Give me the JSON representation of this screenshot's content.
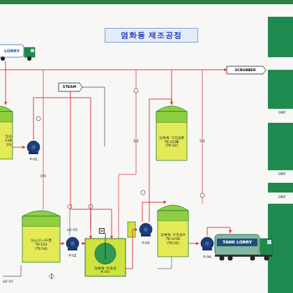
{
  "diagram": {
    "title": "염화동 제조공정",
    "nodes": [
      {
        "text": [
          "LORRY"
        ]
      },
      {
        "text": [
          "SCRUBBER"
        ]
      },
      {
        "text": [
          "STEAM"
        ]
      },
      {
        "text": [
          "장조",
          "01B",
          "10)"
        ]
      },
      {
        "text": [
          "염화동 저장조B",
          "TK-103B",
          "(TK-32)"
        ]
      },
      {
        "text": [
          "P-01"
        ]
      },
      {
        "text": [
          "염소산나트륨",
          "TK-102",
          "(TK-34)"
        ]
      },
      {
        "text": [
          "P-02"
        ]
      },
      {
        "text": [
          "염화동 반응조",
          "R-101"
        ]
      },
      {
        "text": [
          "P-03"
        ]
      },
      {
        "text": [
          "염화동 저장조A",
          "TK-103A",
          "(TK-32)"
        ]
      },
      {
        "text": [
          "P-04"
        ]
      },
      {
        "text": [
          "TANK LORRY"
        ]
      }
    ],
    "edges": [
      {
        "from": 0,
        "to": 3,
        "arrow": "to"
      },
      {
        "from": 3,
        "to": 5,
        "arrow": "to"
      },
      {
        "from": 5,
        "to": 8,
        "arrow": "to"
      },
      {
        "from": 6,
        "to": 7,
        "arrow": "to"
      },
      {
        "from": 7,
        "to": 8,
        "arrow": "to"
      },
      {
        "from": 2,
        "to": 8,
        "arrow": "to"
      },
      {
        "from": 8,
        "to": 9,
        "arrow": "to"
      },
      {
        "from": 9,
        "to": 10,
        "arrow": "to"
      },
      {
        "from": 9,
        "to": 4,
        "arrow": "to"
      },
      {
        "from": 10,
        "to": 11,
        "arrow": "to"
      },
      {
        "from": 11,
        "to": 12,
        "arrow": "to"
      },
      {
        "from": 4,
        "to": 1,
        "arrow": "to"
      }
    ],
    "labels": [
      "LO-01",
      "LO-02",
      "M",
      "ORF",
      "ORF",
      "ORF"
    ]
  }
}
